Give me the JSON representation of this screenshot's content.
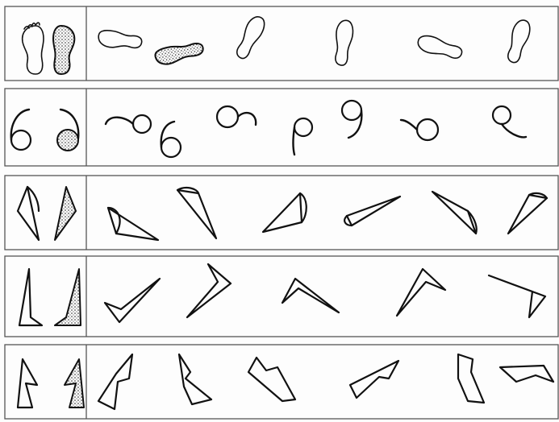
{
  "worksheet": {
    "rows": [
      {
        "id": "feet",
        "reference_pair": "feet-pair",
        "options_count": 6
      },
      {
        "id": "curls",
        "reference_pair": "curl-pair",
        "options_count": 7
      },
      {
        "id": "cones",
        "reference_pair": "cone-pair",
        "options_count": 6
      },
      {
        "id": "check-shapes",
        "reference_pair": "check-pair",
        "options_count": 5
      },
      {
        "id": "zigzag-shapes",
        "reference_pair": "zigzag-pair",
        "options_count": 6
      }
    ],
    "colors": {
      "ink": "#111111",
      "frame": "#555555",
      "paper": "#fdfdfd"
    }
  }
}
